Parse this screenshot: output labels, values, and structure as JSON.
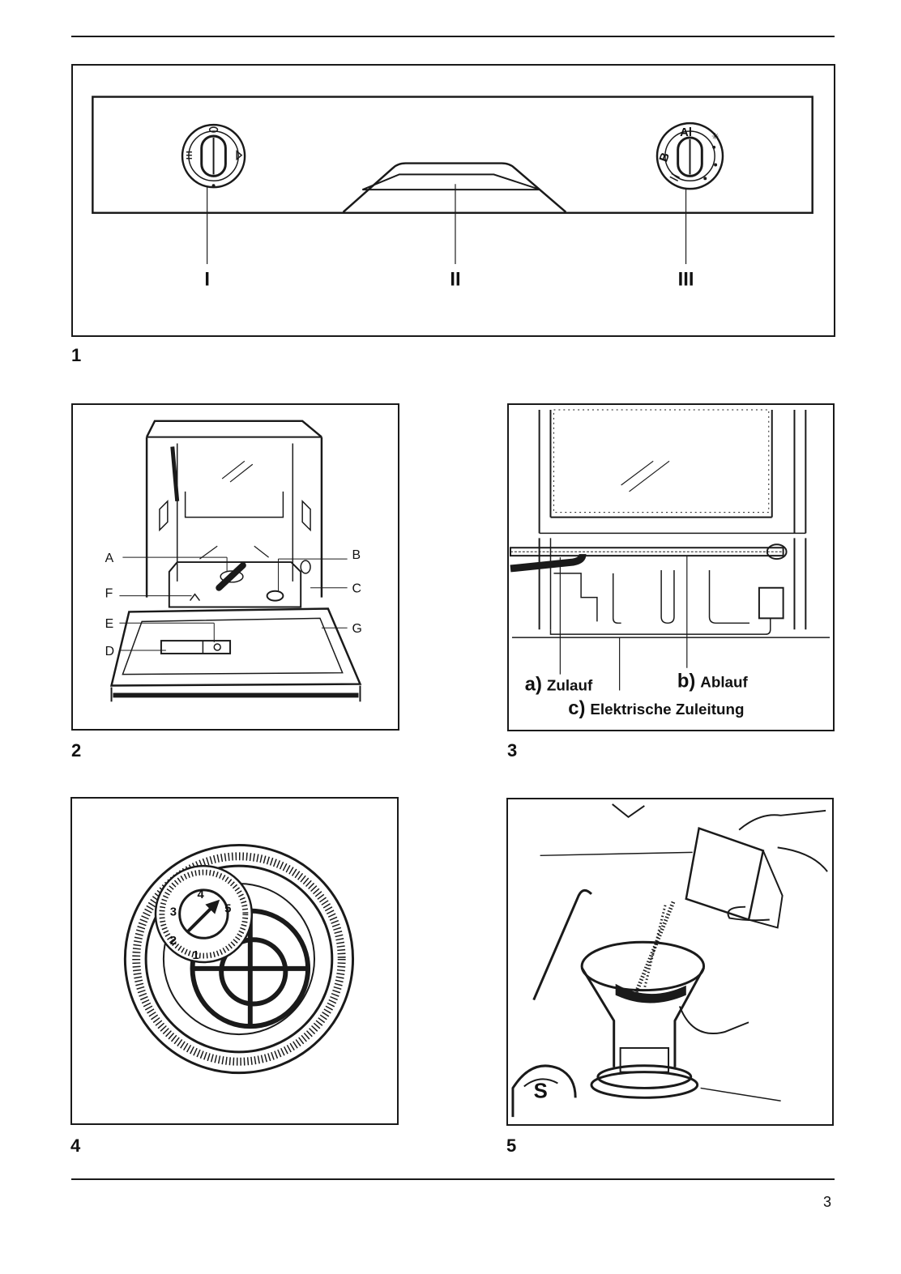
{
  "page": {
    "number": "3"
  },
  "figure1": {
    "number": "1",
    "labels": [
      "I",
      "II",
      "III"
    ],
    "right_knob_marks": [
      "B",
      "Al"
    ]
  },
  "figure2": {
    "number": "2",
    "callouts": [
      "A",
      "B",
      "C",
      "D",
      "E",
      "F",
      "G"
    ]
  },
  "figure3": {
    "number": "3",
    "connections": [
      {
        "letter": "a)",
        "text": "Zulauf"
      },
      {
        "letter": "b)",
        "text": "Ablauf"
      },
      {
        "letter": "c)",
        "text": "Elektrische Zuleitung"
      }
    ]
  },
  "figure4": {
    "number": "4",
    "dial_numbers": [
      "1",
      "2",
      "3",
      "4",
      "5"
    ]
  },
  "figure5": {
    "number": "5",
    "cap_symbol": "S"
  },
  "colors": {
    "ink": "#1a1a1a",
    "paper": "#ffffff"
  }
}
